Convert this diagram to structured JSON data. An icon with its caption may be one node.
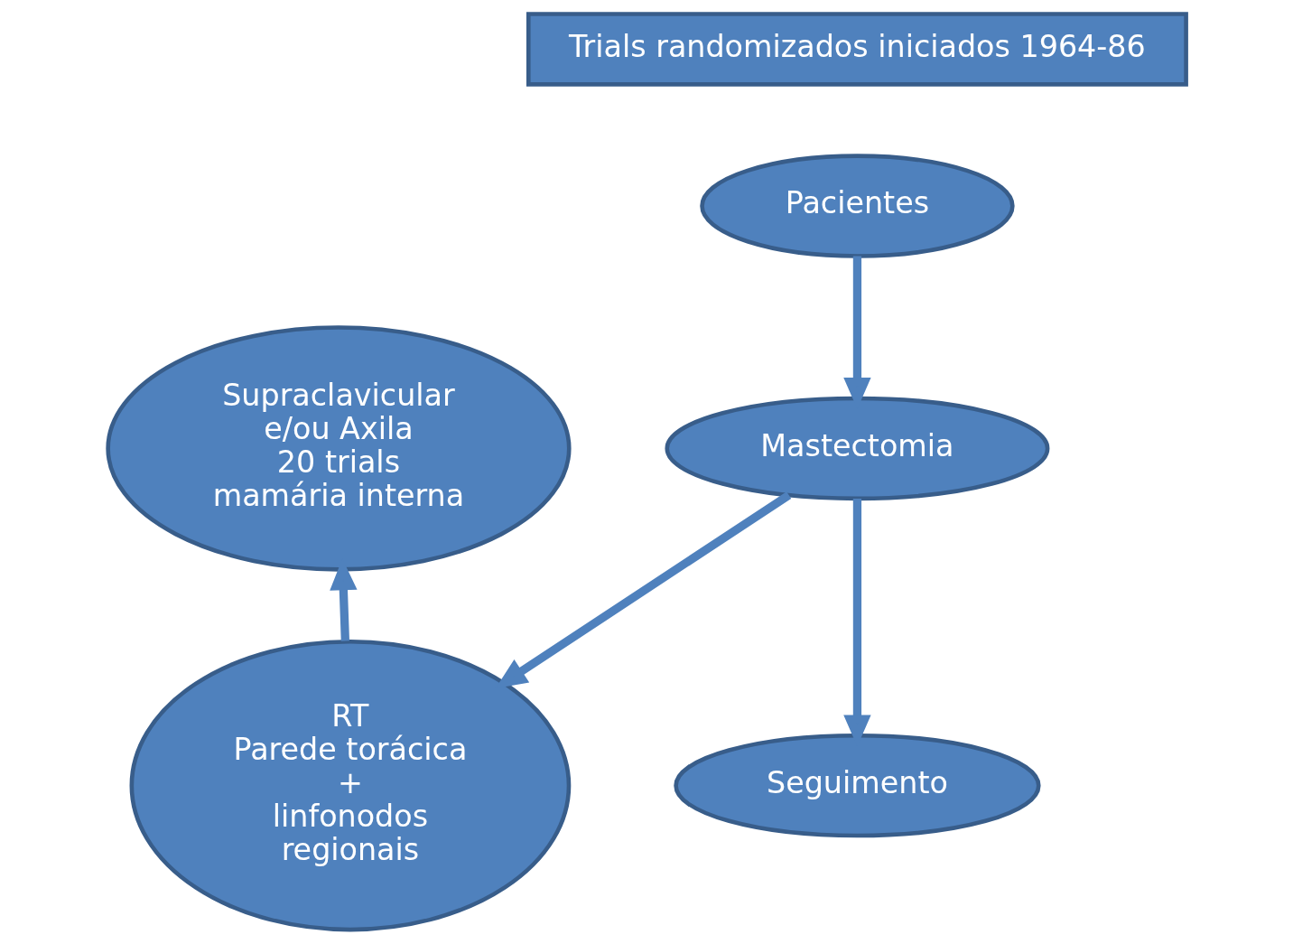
{
  "diagram": {
    "nodes": [
      {
        "text": [
          "Trials randomizados iniciados 1964-86"
        ]
      },
      {
        "text": [
          "Pacientes"
        ]
      },
      {
        "text": [
          "Mastectomia"
        ]
      },
      {
        "text": [
          "Supraclavicular e/ou Axila 20 trials mamária interna"
        ]
      },
      {
        "text": [
          "RT Parede torácica + linfonodos regionais"
        ]
      },
      {
        "text": [
          "Seguimento"
        ]
      }
    ],
    "edges": [
      {
        "from": 1,
        "to": 2,
        "arrow": "to"
      },
      {
        "from": 2,
        "to": 4,
        "arrow": "to"
      },
      {
        "from": 2,
        "to": 5,
        "arrow": "to"
      },
      {
        "from": 4,
        "to": 3,
        "arrow": "to"
      }
    ]
  }
}
